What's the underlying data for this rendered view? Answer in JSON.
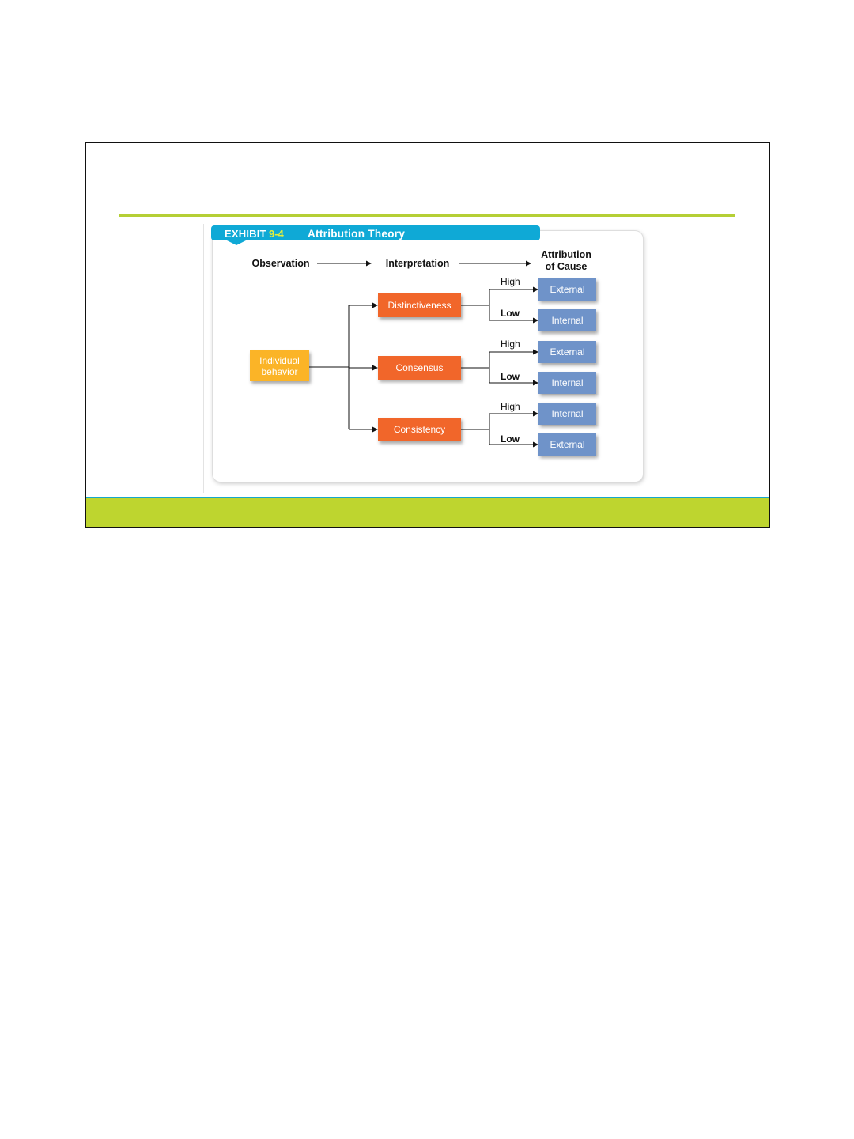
{
  "exhibit": {
    "word": "EXHIBIT",
    "number": "9-4",
    "title": "Attribution Theory"
  },
  "headers": {
    "observation": "Observation",
    "interpretation": "Interpretation",
    "attribution": "Attribution of Cause"
  },
  "nodes": {
    "individual": "Individual behavior",
    "distinctiveness": "Distinctiveness",
    "consensus": "Consensus",
    "consistency": "Consistency"
  },
  "branches": [
    {
      "factor": "Distinctiveness",
      "high_label": "High",
      "high_result": "External",
      "low_label": "Low",
      "low_result": "Internal"
    },
    {
      "factor": "Consensus",
      "high_label": "High",
      "high_result": "External",
      "low_label": "Low",
      "low_result": "Internal"
    },
    {
      "factor": "Consistency",
      "high_label": "High",
      "high_result": "Internal",
      "low_label": "Low",
      "low_result": "External"
    }
  ],
  "colors": {
    "accent_green": "#b5cf35",
    "band_green": "#bed52f",
    "band_blue_line": "#17a6cc",
    "exhibit_blue": "#0fa9d6",
    "exhibit_number": "#e6ef3c",
    "observation_node": "#fbb427",
    "interpretation_node": "#f1662a",
    "result_node": "#6f93c9"
  }
}
